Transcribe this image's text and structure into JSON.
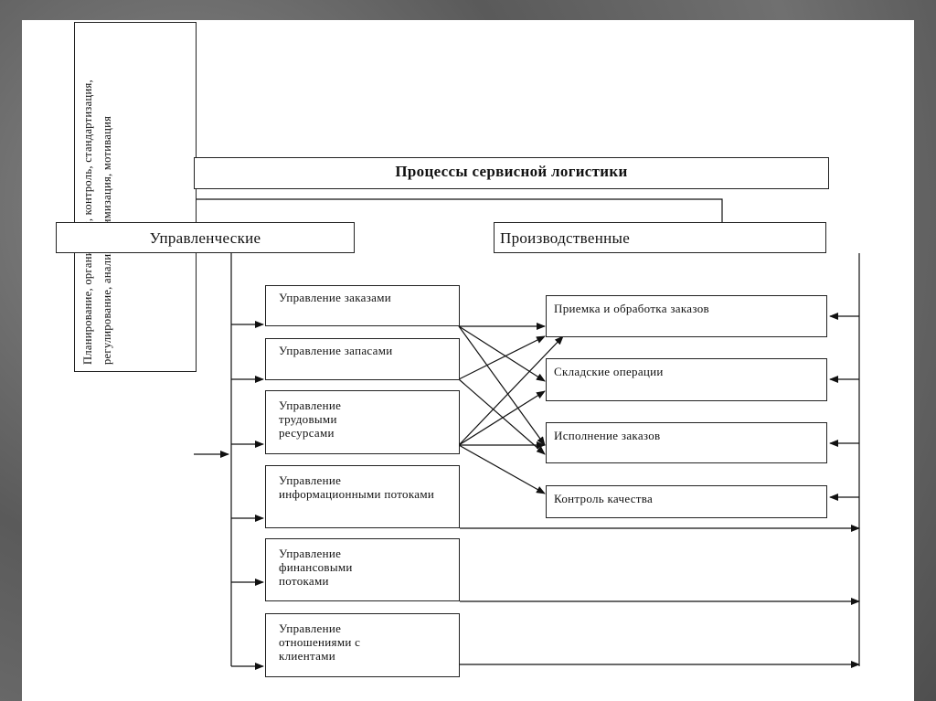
{
  "diagram": {
    "title": "Процессы сервисной логистики",
    "functions_text": "Планирование, организация, контроль, стандартизация, регулирование, анализ, оптимизация, мотивация",
    "managerial": {
      "label": "Управленческие",
      "items": [
        "Управление заказами",
        "Управление запасами",
        "Управление трудовыми ресурсами",
        "Управление информационными потоками",
        "Управление финансовыми потоками",
        "Управление отношениями с клиентами"
      ]
    },
    "production": {
      "label": "Производственные",
      "items": [
        "Приемка и обработка заказов",
        "Складские операции",
        "Исполнение заказов",
        "Контроль качества"
      ]
    }
  }
}
